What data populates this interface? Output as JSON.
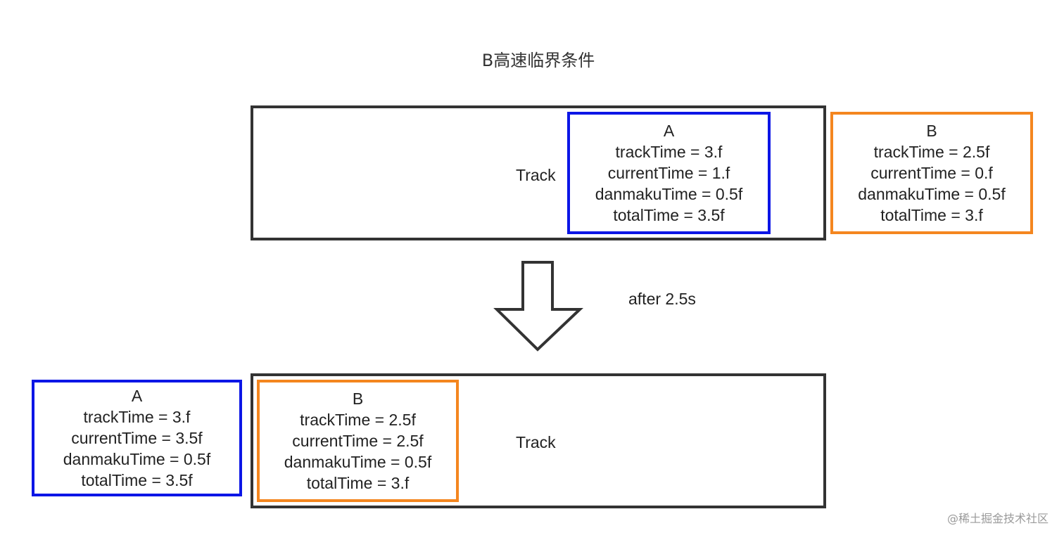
{
  "title": "B高速临界条件",
  "top_track": {
    "label": "Track",
    "box_a": {
      "name": "A",
      "track_time": "trackTime = 3.f",
      "current_time": "currentTime = 1.f",
      "danmaku_time": "danmakuTime = 0.5f",
      "total_time": "totalTime = 3.5f"
    },
    "box_b": {
      "name": "B",
      "track_time": "trackTime = 2.5f",
      "current_time": "currentTime = 0.f",
      "danmaku_time": "danmakuTime = 0.5f",
      "total_time": "totalTime = 3.f"
    }
  },
  "transition": {
    "label": "after 2.5s"
  },
  "bottom_track": {
    "label": "Track",
    "box_a": {
      "name": "A",
      "track_time": "trackTime = 3.f",
      "current_time": "currentTime = 3.5f",
      "danmaku_time": "danmakuTime = 0.5f",
      "total_time": "totalTime = 3.5f"
    },
    "box_b": {
      "name": "B",
      "track_time": "trackTime = 2.5f",
      "current_time": "currentTime = 2.5f",
      "danmaku_time": "danmakuTime = 0.5f",
      "total_time": "totalTime = 3.f"
    }
  },
  "watermark": "@稀土掘金技术社区",
  "colors": {
    "box_a_border": "#0c16e6",
    "box_b_border": "#f4861f",
    "track_border": "#333333"
  }
}
